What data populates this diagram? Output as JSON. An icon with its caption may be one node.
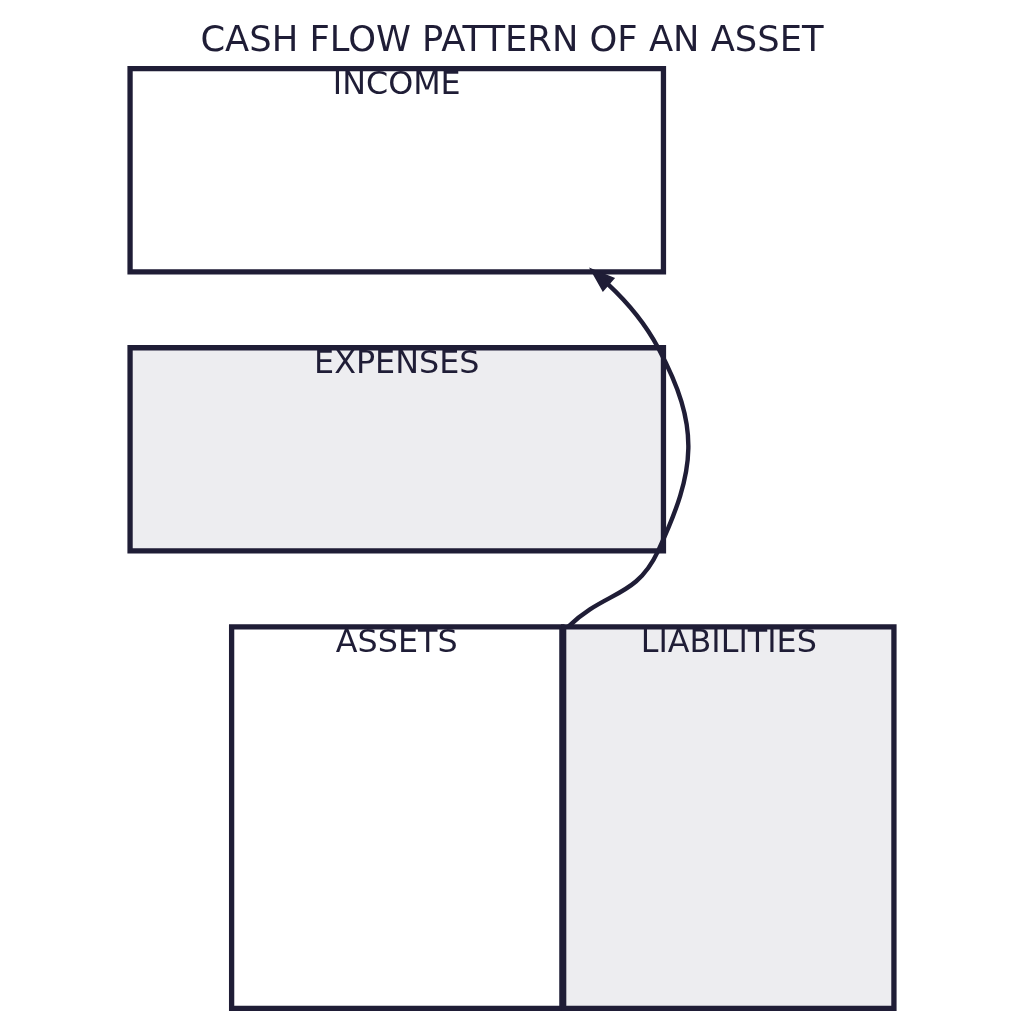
{
  "diagram": {
    "title": "CASH FLOW PATTERN OF AN ASSET",
    "nodes": [
      {
        "text": [
          "INCOME"
        ]
      },
      {
        "text": [
          "EXPENSES"
        ]
      },
      {
        "text": [
          "ASSETS"
        ]
      },
      {
        "text": [
          "LIABILITIES"
        ]
      }
    ],
    "edges": [
      {
        "from": 2,
        "to": 0,
        "arrow": "to"
      }
    ]
  }
}
